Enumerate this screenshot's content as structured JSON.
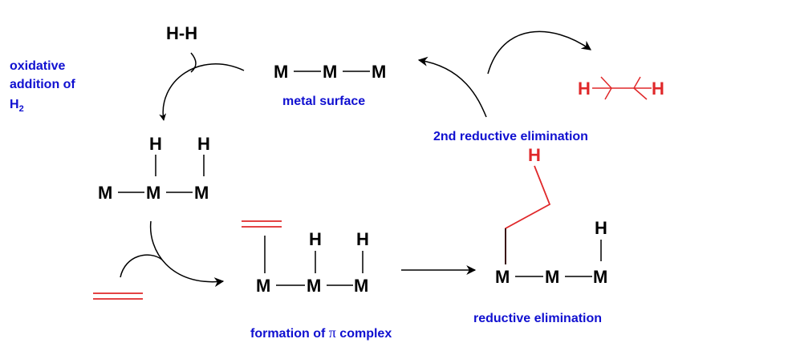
{
  "colors": {
    "label": "#1010d0",
    "black": "#000000",
    "accent": "#e0282a"
  },
  "labels": {
    "oxidative_1": "oxidative",
    "oxidative_2": "addition of",
    "h2_base": "H",
    "h2_sub": "2",
    "metal_surface": "metal surface",
    "second_re": "2nd reductive elimination",
    "formation": "formation of ",
    "pi": "π",
    "complex": " complex",
    "reductive": "reductive elimination"
  },
  "atoms": {
    "hh": "H-H",
    "m": "M",
    "h": "H"
  }
}
